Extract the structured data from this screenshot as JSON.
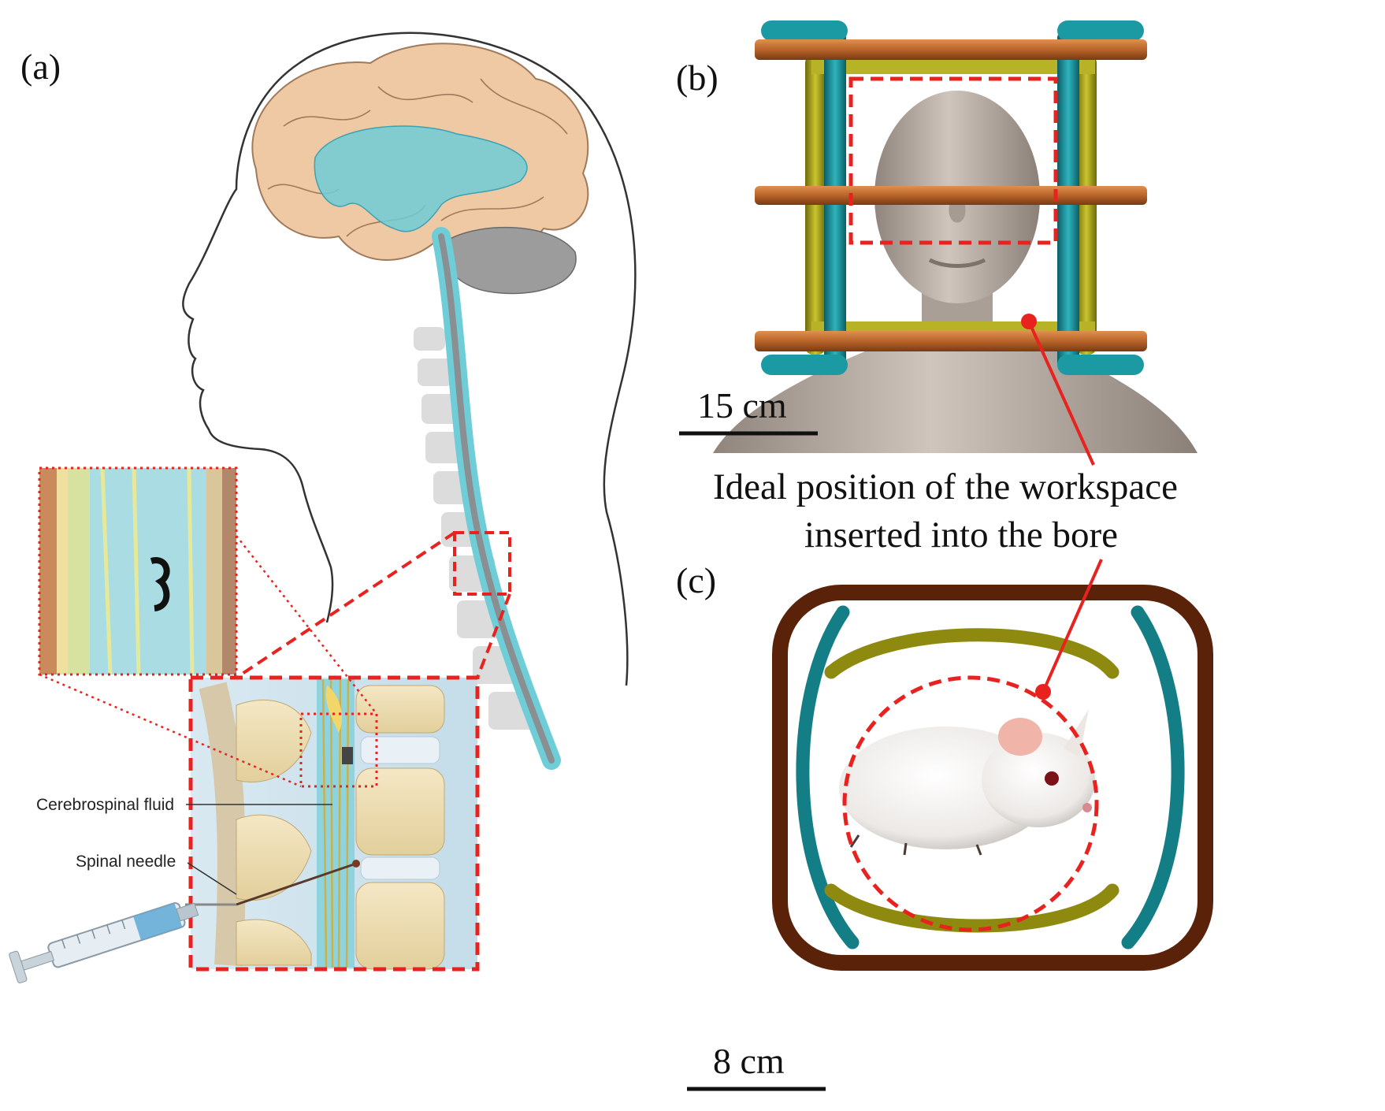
{
  "panels": {
    "a": {
      "label": "(a)"
    },
    "b": {
      "label": "(b)",
      "scale_bar": "15 cm"
    },
    "c": {
      "label": "(c)",
      "scale_bar": "8 cm"
    }
  },
  "annotations": {
    "csf": "Cerebrospinal fluid",
    "needle": "Spinal needle",
    "workspace_line1": "Ideal position of the workspace",
    "workspace_line2": "inserted into the bore"
  },
  "colors": {
    "highlight": "#e8231f",
    "csf_blue": "#5cc3d6",
    "coil_teal": "#137e86",
    "coil_olive": "#8e8a10",
    "coil_copper": "#b8642a",
    "bore_brown": "#5a2208"
  }
}
